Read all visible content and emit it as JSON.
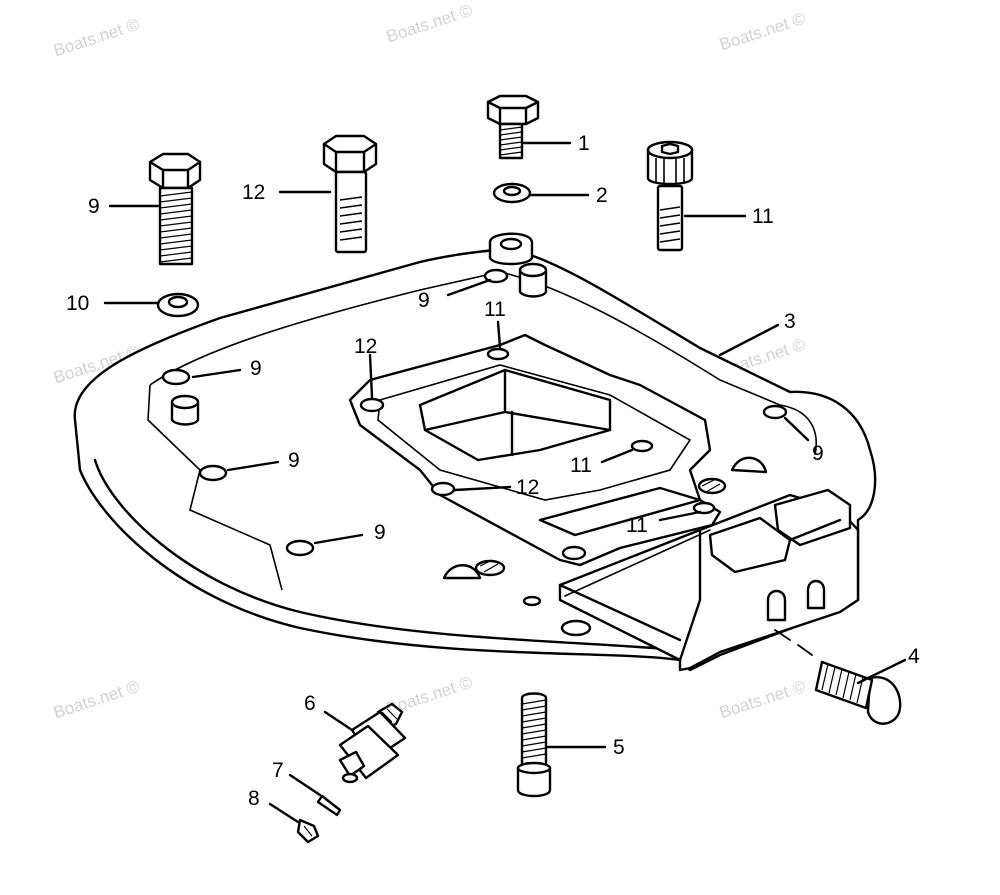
{
  "watermark": "Boats.net ©",
  "callouts": {
    "bolt_top": "1",
    "washer_top": "2",
    "plate": "3",
    "bolt_right": "4",
    "stud_bottom": "5",
    "sender": "6",
    "pin_7": "7",
    "pin_8": "8",
    "bolt_left": "9",
    "washer_left": "10",
    "screw_right": "11",
    "bolt_mid": "12",
    "hole_9_a": "9",
    "hole_9_b": "9",
    "hole_9_c": "9",
    "hole_9_d": "9",
    "hole_9_e": "9",
    "hole_11_a": "11",
    "hole_11_b": "11",
    "hole_11_c": "11",
    "hole_12_a": "12",
    "hole_12_b": "12"
  }
}
